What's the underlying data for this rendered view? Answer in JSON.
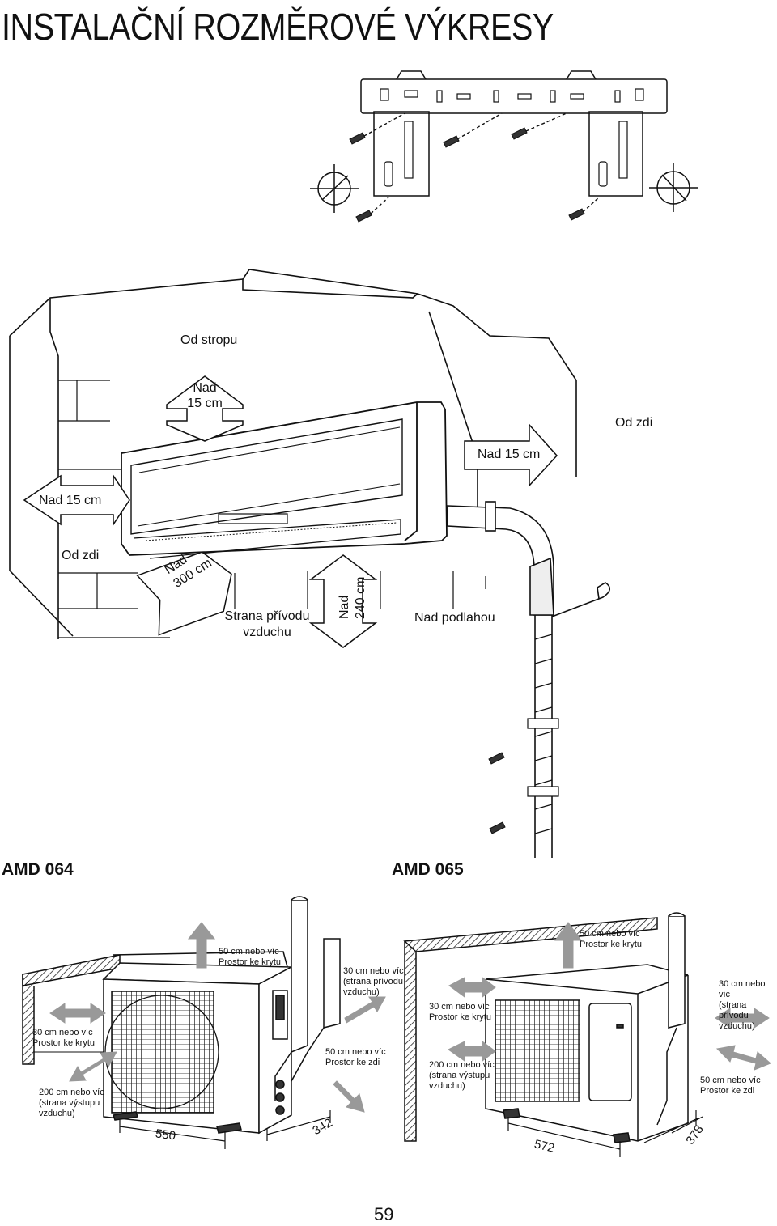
{
  "page": {
    "title": "INSTALAČNÍ ROZMĚROVÉ VÝKRESY",
    "page_number": "59"
  },
  "indoor": {
    "from_ceiling": "Od stropu",
    "above_15_a_l1": "Nad",
    "above_15_a_l2": "15 cm",
    "from_wall_right": "Od zdi",
    "above_15_right": "Nad 15 cm",
    "above_15_left": "Nad 15 cm",
    "from_wall_left": "Od zdi",
    "above_300_l1": "Nad",
    "above_300_l2": "300 cm",
    "intake_side_l1": "Strana přívodu",
    "intake_side_l2": "vzduchu",
    "above_240_l1": "Nad",
    "above_240_l2": "240 cm",
    "above_floor": "Nad podlahou"
  },
  "models": {
    "left": "AMD 064",
    "right": "AMD 065"
  },
  "outdoor_left": {
    "top_l1": "50 cm nebo víc",
    "top_l2": "Prostor ke krytu",
    "intake_l1": "30 cm nebo víc",
    "intake_l2": "(strana přívodu",
    "intake_l3": "vzduchu)",
    "cover_l1": "30 cm nebo víc",
    "cover_l2": "Prostor ke krytu",
    "wall_l1": "50 cm nebo víc",
    "wall_l2": "Prostor ke zdi",
    "outlet_l1": "200 cm nebo víc",
    "outlet_l2": "(strana výstupu",
    "outlet_l3": "vzduchu)",
    "dim_width": "550",
    "dim_depth": "342"
  },
  "outdoor_right": {
    "top_l1": "50 cm nebo víc",
    "top_l2": "Prostor ke krytu",
    "cover_l1": "30 cm nebo víc",
    "cover_l2": "Prostor ke krytu",
    "intake_l1": "30 cm nebo víc",
    "intake_l2": "(strana přívodu",
    "intake_l3": "vzduchu)",
    "outlet_l1": "200 cm nebo víc",
    "outlet_l2": "(strana výstupu",
    "outlet_l3": "vzduchu)",
    "wall_l1": "50 cm nebo víc",
    "wall_l2": "Prostor ke zdi",
    "dim_width": "572",
    "dim_depth": "378"
  }
}
